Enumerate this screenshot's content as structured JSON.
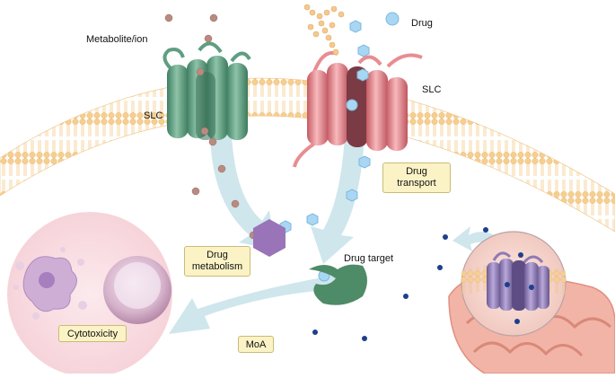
{
  "labels": {
    "metabolite": "Metabolite/ion",
    "slc_left": "SLC",
    "slc_right": "SLC",
    "drug": "Drug",
    "drug_target": "Drug target"
  },
  "boxes": {
    "drug_transport_line1": "Drug",
    "drug_transport_line2": "transport",
    "drug_metabolism_line1": "Drug",
    "drug_metabolism_line2": "metabolism",
    "cytotoxicity": "Cytotoxicity",
    "moa": "MoA"
  },
  "colors": {
    "membrane": "#f6cf8f",
    "slc_green": "#5f9e82",
    "slc_red": "#e88d92",
    "drug_blue": "#a9d6f2",
    "metabolite_brown": "#b98b80",
    "arrow": "#cfe6ec",
    "enzyme_purple": "#9a74b9",
    "target_green": "#4e8b67",
    "mito_slc_purple": "#8f7ab3",
    "ion_dot": "#1d3f8c",
    "box_fill": "#fbf3c6"
  }
}
